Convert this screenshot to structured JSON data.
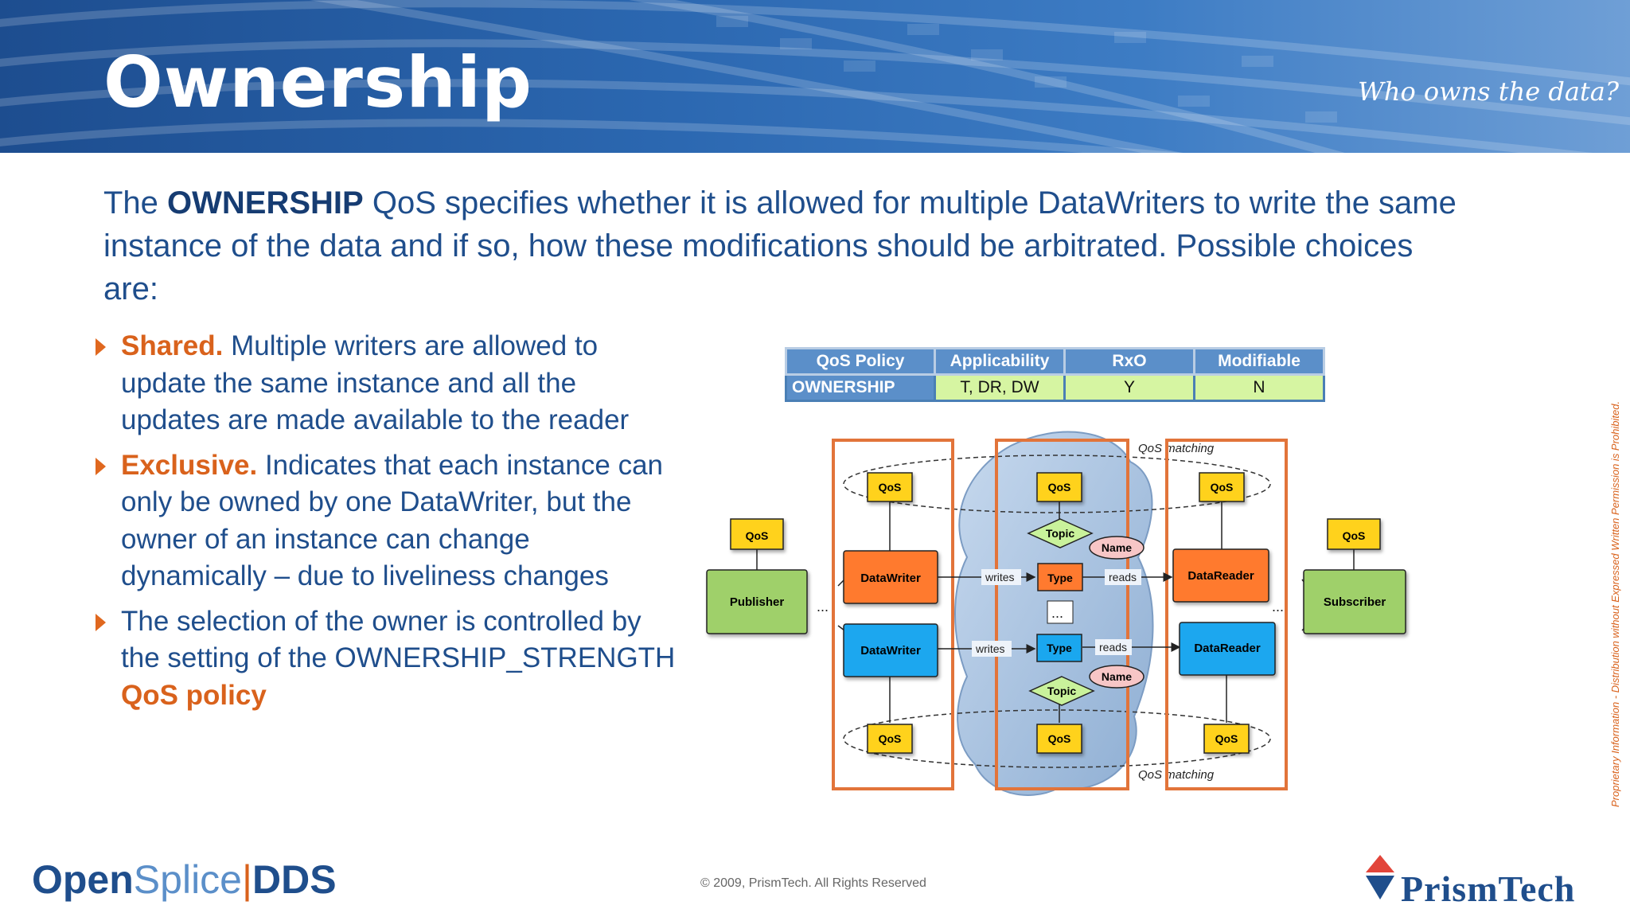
{
  "header": {
    "title": "Ownership",
    "subtitle": "Who owns the data?"
  },
  "intro": {
    "prefix": "The ",
    "keyword": "OWNERSHIP",
    "text": " QoS specifies whether it is allowed for multiple DataWriters to write the same instance of the data and if so, how these modifications should be arbitrated. Possible choices are:"
  },
  "bullets": [
    {
      "term": "Shared.",
      "text": " Multiple writers are allowed to update the same instance and all the updates are made available to the reader"
    },
    {
      "term": "Exclusive.",
      "text": " Indicates that each instance can only be owned by one DataWriter, but the owner of an instance can change dynamically – due to liveliness changes"
    },
    {
      "term": "",
      "text": "The selection of the owner is controlled by the setting of the OWNERSHIP_STRENGTH ",
      "emph": "QoS policy"
    }
  ],
  "table": {
    "headers": [
      "QoS Policy",
      "Applicability",
      "RxO",
      "Modifiable"
    ],
    "row": [
      "OWNERSHIP",
      "T, DR, DW",
      "Y",
      "N"
    ]
  },
  "diagram": {
    "qos": "QoS",
    "publisher": "Publisher",
    "subscriber": "Subscriber",
    "datawriter": "DataWriter",
    "datareader": "DataReader",
    "topic": "Topic",
    "type": "Type",
    "name": "Name",
    "writes": "writes",
    "reads": "reads",
    "ellipsis": "...",
    "qos_matching": "QoS matching",
    "colors": {
      "qos": "#ffd21f",
      "publisher": "#9fd06a",
      "writer_orange": "#ff7a2f",
      "writer_blue": "#1aa7ef",
      "topic": "#c9f29b",
      "name": "#f7c6c6",
      "highlight": "#e2743a"
    }
  },
  "footer": {
    "logo_open": "Open",
    "logo_splice": "Splice",
    "logo_bar": "|",
    "logo_dds": "DDS",
    "copyright": "© 2009, PrismTech. All Rights Reserved",
    "brand": "PrismTech",
    "side_note": "Proprietary Information - Distribution without Expressed Written Permission is Prohibited."
  }
}
